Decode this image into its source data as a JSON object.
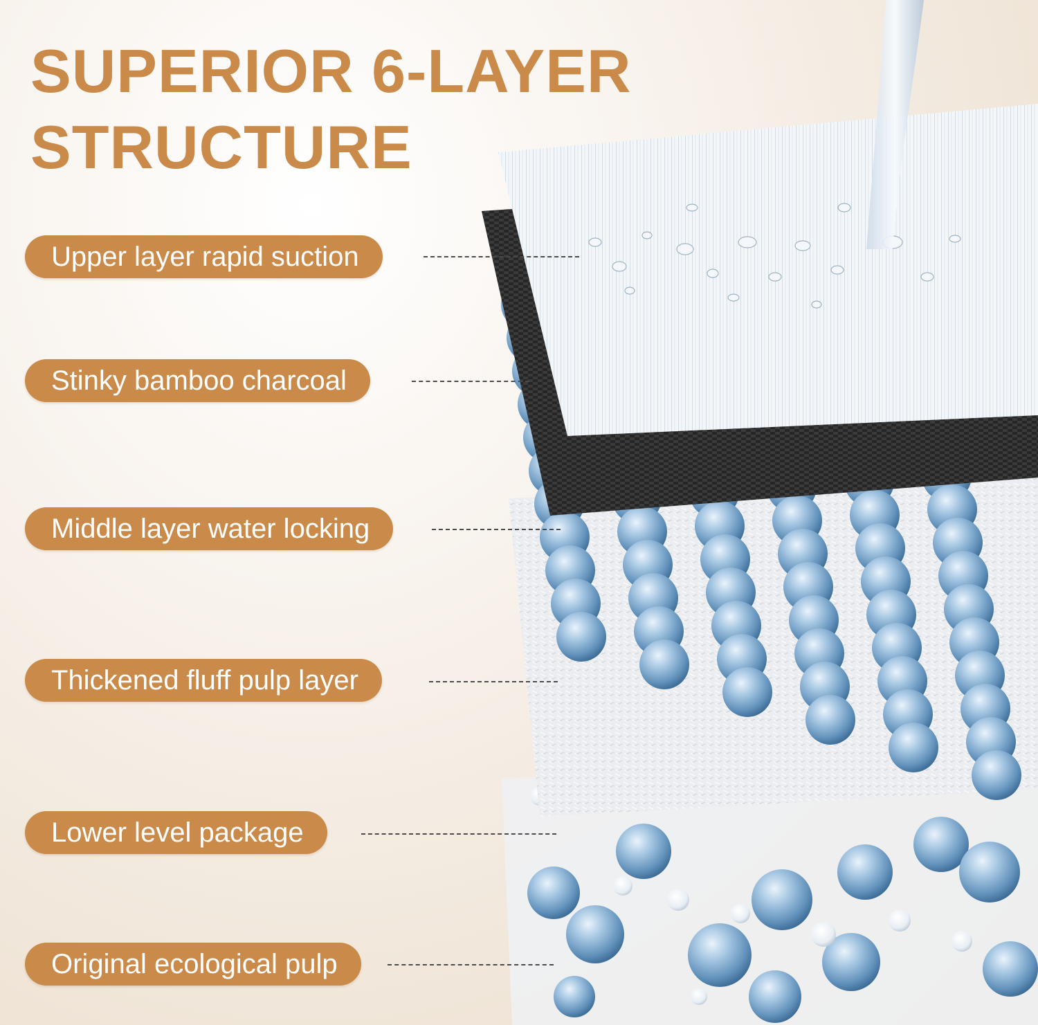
{
  "header": {
    "title_line1": "SUPERIOR 6-LAYER",
    "title_line2": "STRUCTURE"
  },
  "colors": {
    "accent": "#c98a4a",
    "label_text": "#ffffff",
    "charcoal_layer": "#2b2b2b",
    "bead_blue": "#6a9cc4",
    "leader_line": "#4a4a4a"
  },
  "layers": [
    {
      "label": "Upper layer rapid suction"
    },
    {
      "label": "Stinky bamboo charcoal"
    },
    {
      "label": "Middle layer water locking"
    },
    {
      "label": "Thickened fluff pulp layer"
    },
    {
      "label": "Lower level package"
    },
    {
      "label": "Original ecological pulp"
    }
  ]
}
